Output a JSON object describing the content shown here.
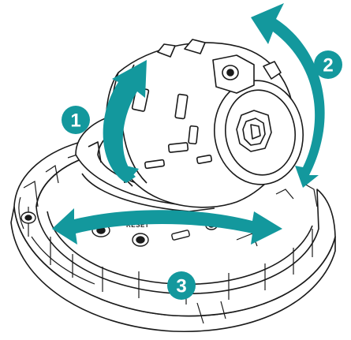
{
  "colors": {
    "arrow": "#13989d",
    "badge": "#13989d",
    "outline": "#1a1a1a",
    "background": "#ffffff"
  },
  "labels": {
    "reset": "RESET"
  },
  "steps": [
    {
      "number": "1",
      "motion": "tilt"
    },
    {
      "number": "2",
      "motion": "rotate"
    },
    {
      "number": "3",
      "motion": "pan"
    }
  ]
}
